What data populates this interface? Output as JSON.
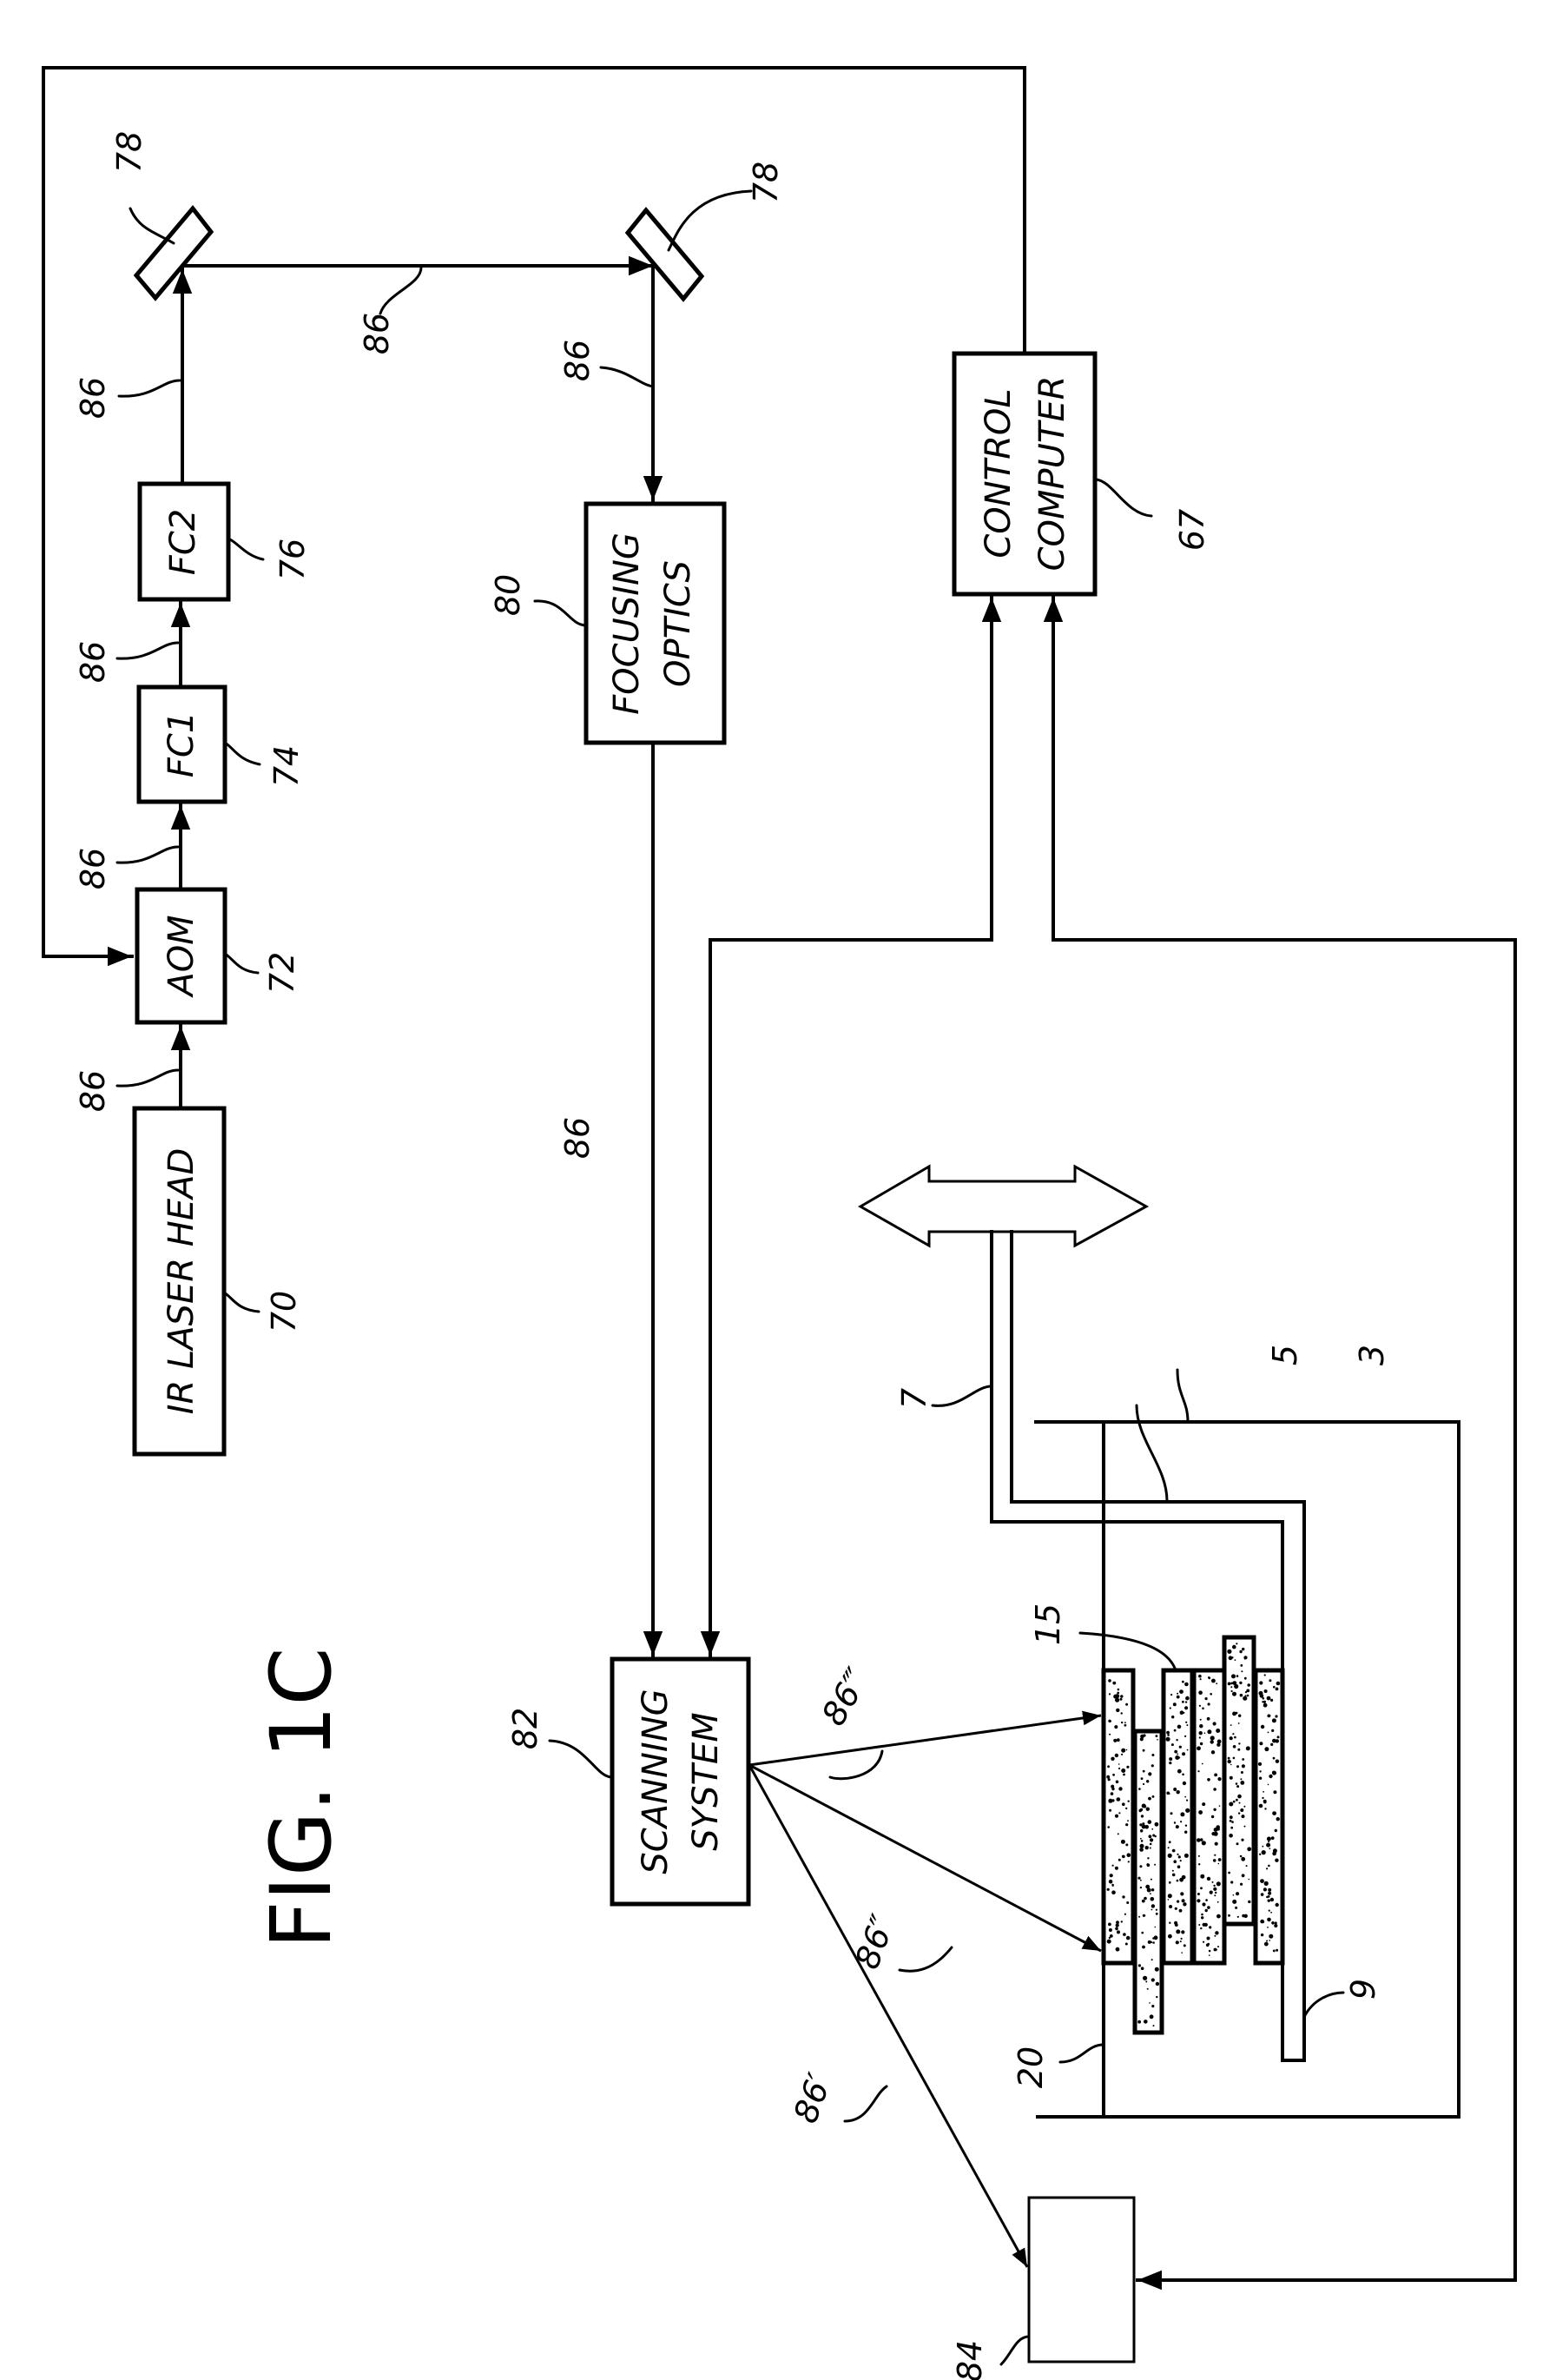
{
  "figure": {
    "title": "FIG. 1C"
  },
  "components": {
    "laser_head": {
      "label": "IR LASER HEAD",
      "ref": "70"
    },
    "aom": {
      "label": "AOM",
      "ref": "72"
    },
    "fc1": {
      "label": "FC1",
      "ref": "74"
    },
    "fc2": {
      "label": "FC2",
      "ref": "76"
    },
    "mirror_1": {
      "ref": "78"
    },
    "mirror_2": {
      "ref": "78"
    },
    "focusing_optics": {
      "label_line1": "FOCUSING",
      "label_line2": "OPTICS",
      "ref": "80"
    },
    "scanning_system": {
      "label_line1": "SCANNING",
      "label_line2": "SYSTEM",
      "ref": "82"
    },
    "control_computer": {
      "label_line1": "CONTROL",
      "label_line2": "COMPUTER",
      "ref": "67"
    },
    "detector": {
      "label": "",
      "ref": "84"
    },
    "container": {
      "ref": "3"
    },
    "powder_bed": {
      "ref": "5"
    },
    "piston_rod": {
      "ref": "7"
    },
    "build_platform": {
      "ref": "9"
    },
    "part": {
      "ref": "15"
    },
    "target_surface": {
      "ref": "20"
    }
  },
  "beams": {
    "main": "86",
    "beam_prime": "86′",
    "beam_double_prime": "86″",
    "beam_triple_prime": "86‴"
  },
  "part_layers": [
    {
      "index": 1,
      "top_offset": 0,
      "bottom_offset": 0
    },
    {
      "index": 2,
      "top_offset": 1,
      "bottom_offset": 1
    },
    {
      "index": 3,
      "top_offset": 0,
      "bottom_offset": 0
    },
    {
      "index": 4,
      "top_offset": 0,
      "bottom_offset": 0
    },
    {
      "index": 5,
      "top_offset": -1,
      "bottom_offset": -1
    },
    {
      "index": 6,
      "top_offset": 0,
      "bottom_offset": 0
    }
  ]
}
